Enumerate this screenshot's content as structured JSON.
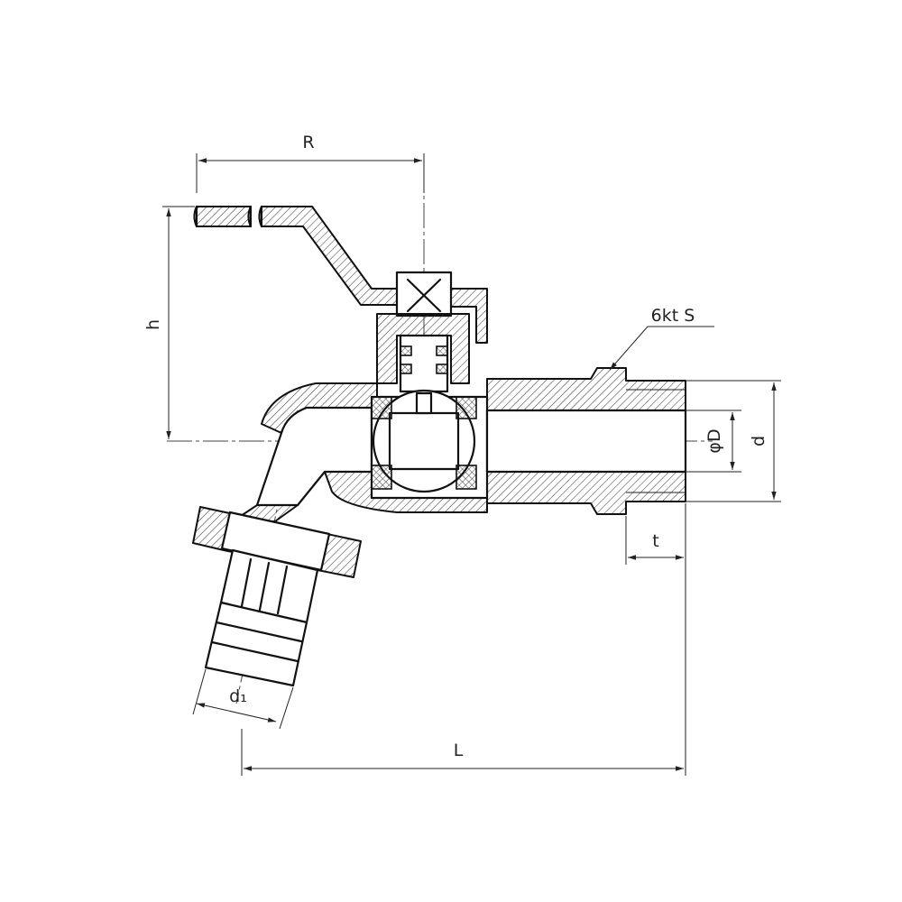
{
  "labels": {
    "R": "R",
    "h": "h",
    "hex": "6kt S",
    "phiD": "φD",
    "d": "d",
    "t": "t",
    "d1": "d₁",
    "L": "L"
  }
}
